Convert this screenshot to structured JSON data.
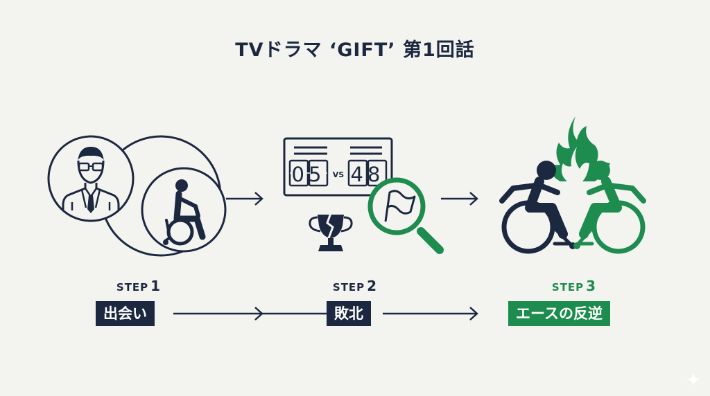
{
  "title": "TVドラマ ‘GIFT’ 第1回話",
  "colors": {
    "navy": "#1c2840",
    "green": "#1e8c4e",
    "background": "#f3f3f0"
  },
  "steps": [
    {
      "step_word": "STEP",
      "number": "1",
      "label": "出会い",
      "icons": [
        "businessman-icon",
        "wheelchair-user-icon"
      ]
    },
    {
      "step_word": "STEP",
      "number": "2",
      "label": "敗北",
      "icons": [
        "scoreboard-icon",
        "broken-trophy-icon",
        "magnifier-flag-icon"
      ]
    },
    {
      "step_word": "STEP",
      "number": "3",
      "label": "エースの反逆",
      "icons": [
        "flame-icon",
        "wheelchair-rivals-icon"
      ]
    }
  ],
  "scoreboard": {
    "left": "05",
    "vs": "VS",
    "right": "48"
  }
}
